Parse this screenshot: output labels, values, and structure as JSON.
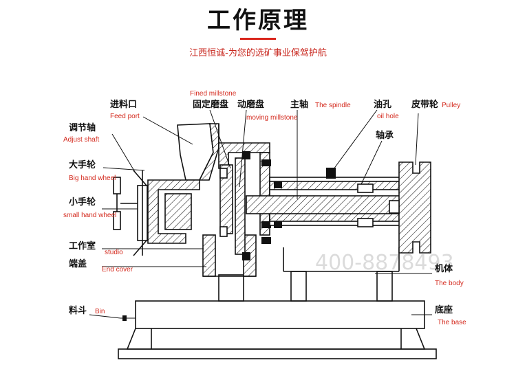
{
  "header": {
    "title": "工作原理",
    "subtitle": "江西恒诚-为您的选矿事业保驾护航"
  },
  "labels": {
    "feed_port": {
      "cn": "进料口",
      "en": "Feed port"
    },
    "adjust_shaft": {
      "cn": "调节轴",
      "en": "Adjust shaft"
    },
    "big_hand_wheel": {
      "cn": "大手轮",
      "en": "Big hand wheel"
    },
    "small_hand_wheel": {
      "cn": "小手轮",
      "en": "small hand wheel"
    },
    "studio": {
      "cn": "工作室",
      "en": "studio"
    },
    "end_cover": {
      "cn": "端盖",
      "en": "End cover"
    },
    "bin": {
      "cn": "料斗",
      "en": "Bin"
    },
    "fixed_millstone": {
      "cn": "固定磨盘",
      "en": "Fined millstone"
    },
    "moving_millstone": {
      "cn": "动磨盘",
      "en": "moving millstone"
    },
    "spindle": {
      "cn": "主轴",
      "en": "The spindle"
    },
    "oil_hole": {
      "cn": "油孔",
      "en": "oil hole"
    },
    "bearing": {
      "cn": "轴承",
      "en": ""
    },
    "pulley": {
      "cn": "皮带轮",
      "en": "Pulley"
    },
    "body": {
      "cn": "机体",
      "en": "The body"
    },
    "base": {
      "cn": "底座",
      "en": "The base"
    }
  },
  "watermark": "400-8878493"
}
